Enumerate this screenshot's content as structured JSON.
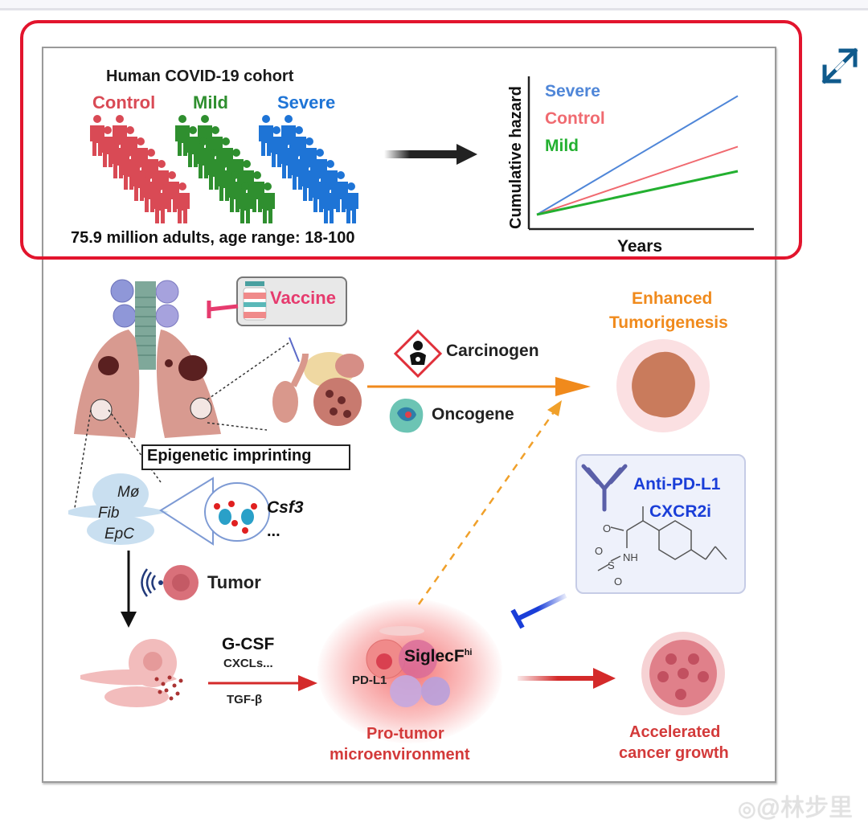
{
  "viewer": {
    "expand_button": "expand-icon"
  },
  "cohort_panel": {
    "title": "Human COVID-19 cohort",
    "groups": [
      {
        "label": "Control",
        "color": "#d94a55"
      },
      {
        "label": "Mild",
        "color": "#2f8f2f"
      },
      {
        "label": "Severe",
        "color": "#1e74d6"
      }
    ],
    "caption": "75.9 million adults, age range: 18-100"
  },
  "chart_data": {
    "type": "line",
    "title": "",
    "xlabel": "Years",
    "ylabel": "Cumulative hazard",
    "grid": false,
    "legend_position": "top-left",
    "x": [
      0,
      1
    ],
    "ylim": [
      0,
      1
    ],
    "series": [
      {
        "name": "Severe",
        "color": "#4f86d8",
        "values": [
          0.1,
          0.92
        ]
      },
      {
        "name": "Control",
        "color": "#f06a70",
        "values": [
          0.1,
          0.57
        ]
      },
      {
        "name": "Mild",
        "color": "#23b030",
        "values": [
          0.1,
          0.4
        ]
      }
    ]
  },
  "mechanism": {
    "vaccine_label": "Vaccine",
    "epigenetic_label": "Epigenetic imprinting",
    "cell_labels": [
      "Mø",
      "Fib",
      "EpC"
    ],
    "gene_label": "Csf3",
    "gene_ellipsis": "...",
    "tumor_label": "Tumor",
    "carcinogen_label": "Carcinogen",
    "oncogene_label": "Oncogene",
    "enhanced_title_line1": "Enhanced",
    "enhanced_title_line2": "Tumorigenesis",
    "therapy_antibody": "Anti-PD-L1",
    "therapy_inhibitor": "CXCR2i",
    "molecule_atoms": {
      "o1": "O",
      "nh": "NH",
      "o2": "O",
      "s": "S",
      "o3": "O"
    },
    "cytokine_main": "G-CSF",
    "cytokine_cxcl": "CXCLs...",
    "cytokine_tgf": "TGF-β",
    "siglec_label": "SiglecF",
    "siglec_sup": "hi",
    "pdl1_label": "PD-L1",
    "microenv_line1": "Pro-tumor",
    "microenv_line2": "microenvironment",
    "growth_line1": "Accelerated",
    "growth_line2": "cancer growth"
  },
  "colors": {
    "highlight_border": "#e2142d",
    "expand_icon": "#0f5a8c",
    "orange": "#f08a1c",
    "red_arrow": "#d42a2a",
    "blue_inhibit": "#1a3ed8",
    "vaccine_pink": "#e63b6e"
  },
  "watermark": "@林步里"
}
